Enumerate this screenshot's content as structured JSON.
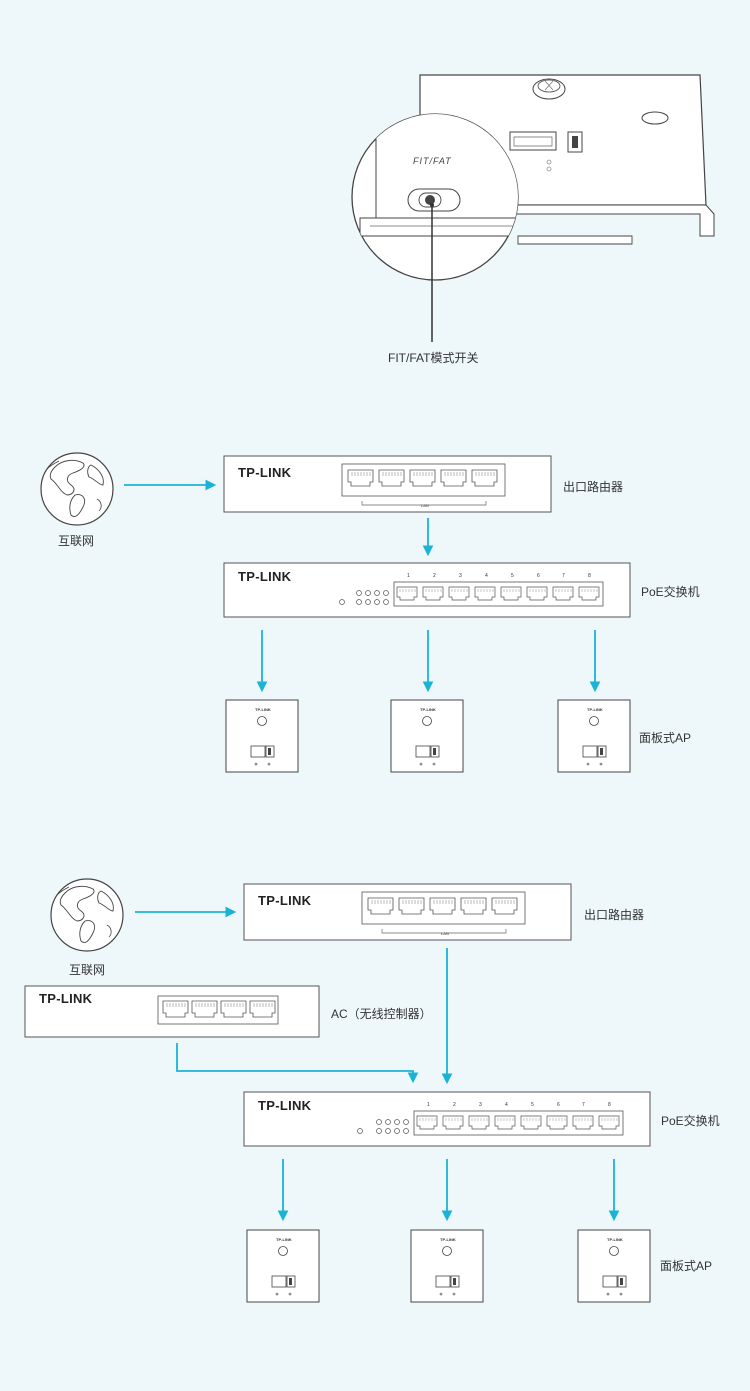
{
  "colors": {
    "background": "#eef8fb",
    "arrow": "#1ab3d6",
    "device_stroke": "#555555"
  },
  "callout": {
    "device_text": "FIT/FAT",
    "switch_label": "FIT/FAT模式开关"
  },
  "diagram1": {
    "internet_label": "互联网",
    "router": {
      "brand": "TP-LINK",
      "lan_text": "LAN",
      "label": "出口路由器"
    },
    "switch": {
      "brand": "TP-LINK",
      "ports": [
        "1",
        "2",
        "3",
        "4",
        "5",
        "6",
        "7",
        "8"
      ],
      "label": "PoE交换机"
    },
    "ap": {
      "brand": "TP-LINK",
      "label": "面板式AP"
    }
  },
  "diagram2": {
    "internet_label": "互联网",
    "router": {
      "brand": "TP-LINK",
      "lan_text": "LAN",
      "label": "出口路由器"
    },
    "ac": {
      "brand": "TP-LINK",
      "label": "AC（无线控制器）"
    },
    "switch": {
      "brand": "TP-LINK",
      "ports": [
        "1",
        "2",
        "3",
        "4",
        "5",
        "6",
        "7",
        "8"
      ],
      "label": "PoE交换机"
    },
    "ap": {
      "brand": "TP-LINK",
      "label": "面板式AP"
    }
  }
}
